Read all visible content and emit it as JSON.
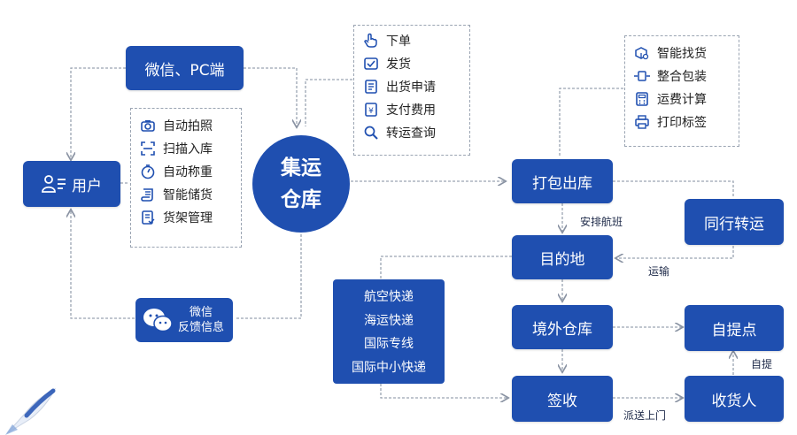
{
  "hub": {
    "line1": "集运",
    "line2": "仓库"
  },
  "nodes": {
    "wechat_pc": "微信、PC端",
    "user": "用户",
    "pack_out": "打包出库",
    "destination": "目的地",
    "overseas_warehouse": "境外仓库",
    "sign": "签收",
    "self_pickup_point": "自提点",
    "receiver": "收货人",
    "peer_transfer": "同行转运",
    "wechat_feedback_line1": "微信",
    "wechat_feedback_line2": "反馈信息"
  },
  "order_panel": [
    {
      "icon": "hand-pointer-icon",
      "label": "下单"
    },
    {
      "icon": "check-box-icon",
      "label": "发货"
    },
    {
      "icon": "document-icon",
      "label": "出货申请"
    },
    {
      "icon": "payment-icon",
      "label": "支付费用"
    },
    {
      "icon": "magnifier-icon",
      "label": "转运查询"
    }
  ],
  "warehouse_panel": [
    {
      "icon": "camera-icon",
      "label": "自动拍照"
    },
    {
      "icon": "scan-frame-icon",
      "label": "扫描入库"
    },
    {
      "icon": "stopwatch-icon",
      "label": "自动称重"
    },
    {
      "icon": "scroll-icon",
      "label": "智能储货"
    },
    {
      "icon": "clipboard-icon",
      "label": "货架管理"
    }
  ],
  "smart_panel": [
    {
      "icon": "box-search-icon",
      "label": "智能找货"
    },
    {
      "icon": "merge-pack-icon",
      "label": "整合包装"
    },
    {
      "icon": "calculator-icon",
      "label": "运费计算"
    },
    {
      "icon": "printer-icon",
      "label": "打印标签"
    }
  ],
  "shipping_methods": [
    "航空快递",
    "海运快递",
    "国际专线",
    "国际中小快递"
  ],
  "edge_labels": {
    "arrange_flight": "安排航班",
    "transport": "运输",
    "self_pick": "自提",
    "delivery": "派送上门"
  },
  "colors": {
    "node_blue": "#1f4fb0",
    "line_gray": "#9aa4b2"
  }
}
